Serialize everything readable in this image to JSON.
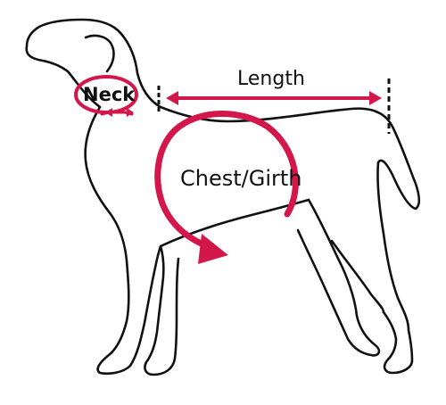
{
  "diagram": {
    "labels": {
      "neck": "Neck",
      "length": "Length",
      "chest": "Chest/Girth"
    },
    "colors": {
      "accent": "#d3174a",
      "outline": "#111111",
      "background": "#ffffff"
    }
  }
}
